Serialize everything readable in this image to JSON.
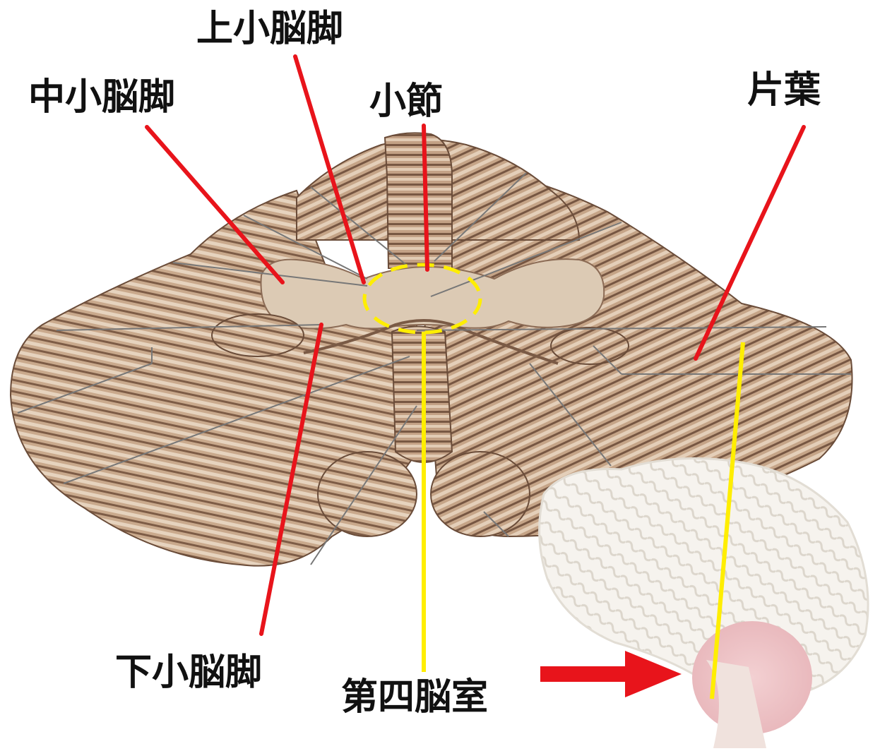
{
  "labels": {
    "superior_peduncle": "上小脳脚",
    "middle_peduncle": "中小脳脚",
    "nodulus": "小節",
    "flocculus": "片葉",
    "inferior_peduncle": "下小脳脚",
    "fourth_ventricle": "第四脳室"
  },
  "colors": {
    "background": "#ffffff",
    "label_text": "#111111",
    "leader_red": "#e8141b",
    "leader_yellow": "#ffee00",
    "cerebellum_light": "#e3cdb6",
    "cerebellum_dark": "#6a4c39",
    "brain_inset": "#f4f1ec",
    "brain_inset_pink": "#f1c4c8"
  }
}
